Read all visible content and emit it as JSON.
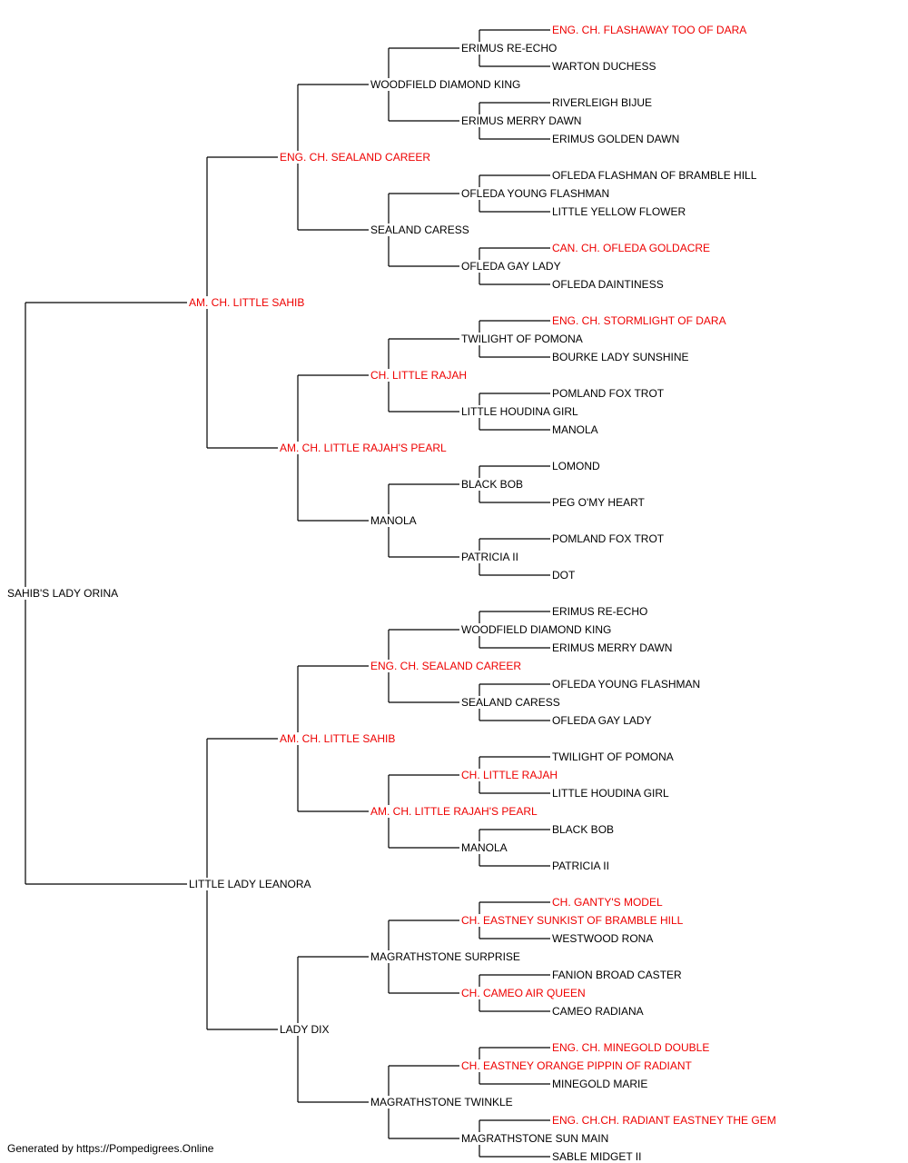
{
  "pedigree": {
    "name": "SAHIB'S LADY ORINA",
    "champion": false,
    "sire": {
      "name": "AM. CH. LITTLE SAHIB",
      "champion": true,
      "sire": {
        "name": "ENG. CH. SEALAND CAREER",
        "champion": true,
        "sire": {
          "name": "WOODFIELD DIAMOND KING",
          "champion": false,
          "sire": {
            "name": "ERIMUS RE-ECHO",
            "champion": false,
            "sire": {
              "name": "ENG. CH. FLASHAWAY TOO OF DARA",
              "champion": true
            },
            "dam": {
              "name": "WARTON DUCHESS",
              "champion": false
            }
          },
          "dam": {
            "name": "ERIMUS MERRY DAWN",
            "champion": false,
            "sire": {
              "name": "RIVERLEIGH BIJUE",
              "champion": false
            },
            "dam": {
              "name": "ERIMUS GOLDEN DAWN",
              "champion": false
            }
          }
        },
        "dam": {
          "name": "SEALAND CARESS",
          "champion": false,
          "sire": {
            "name": "OFLEDA YOUNG FLASHMAN",
            "champion": false,
            "sire": {
              "name": "OFLEDA FLASHMAN OF BRAMBLE HILL",
              "champion": false
            },
            "dam": {
              "name": "LITTLE YELLOW FLOWER",
              "champion": false
            }
          },
          "dam": {
            "name": "OFLEDA GAY LADY",
            "champion": false,
            "sire": {
              "name": "CAN. CH. OFLEDA GOLDACRE",
              "champion": true
            },
            "dam": {
              "name": "OFLEDA DAINTINESS",
              "champion": false
            }
          }
        }
      },
      "dam": {
        "name": "AM. CH. LITTLE RAJAH'S PEARL",
        "champion": true,
        "sire": {
          "name": "CH. LITTLE RAJAH",
          "champion": true,
          "sire": {
            "name": "TWILIGHT OF POMONA",
            "champion": false,
            "sire": {
              "name": "ENG. CH. STORMLIGHT OF DARA",
              "champion": true
            },
            "dam": {
              "name": "BOURKE LADY SUNSHINE",
              "champion": false
            }
          },
          "dam": {
            "name": "LITTLE HOUDINA GIRL",
            "champion": false,
            "sire": {
              "name": "POMLAND FOX TROT",
              "champion": false
            },
            "dam": {
              "name": "MANOLA",
              "champion": false
            }
          }
        },
        "dam": {
          "name": "MANOLA",
          "champion": false,
          "sire": {
            "name": "BLACK BOB",
            "champion": false,
            "sire": {
              "name": "LOMOND",
              "champion": false
            },
            "dam": {
              "name": "PEG O'MY HEART",
              "champion": false
            }
          },
          "dam": {
            "name": "PATRICIA II",
            "champion": false,
            "sire": {
              "name": "POMLAND FOX TROT",
              "champion": false
            },
            "dam": {
              "name": "DOT",
              "champion": false
            }
          }
        }
      }
    },
    "dam": {
      "name": "LITTLE LADY LEANORA",
      "champion": false,
      "sire": {
        "name": "AM. CH. LITTLE SAHIB",
        "champion": true,
        "sire": {
          "name": "ENG. CH. SEALAND CAREER",
          "champion": true,
          "sire": {
            "name": "WOODFIELD DIAMOND KING",
            "champion": false,
            "sire": {
              "name": "ERIMUS RE-ECHO",
              "champion": false
            },
            "dam": {
              "name": "ERIMUS MERRY DAWN",
              "champion": false
            }
          },
          "dam": {
            "name": "SEALAND CARESS",
            "champion": false,
            "sire": {
              "name": "OFLEDA YOUNG FLASHMAN",
              "champion": false
            },
            "dam": {
              "name": "OFLEDA GAY LADY",
              "champion": false
            }
          }
        },
        "dam": {
          "name": "AM. CH. LITTLE RAJAH'S PEARL",
          "champion": true,
          "sire": {
            "name": "CH. LITTLE RAJAH",
            "champion": true,
            "sire": {
              "name": "TWILIGHT OF POMONA",
              "champion": false
            },
            "dam": {
              "name": "LITTLE HOUDINA GIRL",
              "champion": false
            }
          },
          "dam": {
            "name": "MANOLA",
            "champion": false,
            "sire": {
              "name": "BLACK BOB",
              "champion": false
            },
            "dam": {
              "name": "PATRICIA II",
              "champion": false
            }
          }
        }
      },
      "dam": {
        "name": "LADY DIX",
        "champion": false,
        "sire": {
          "name": "MAGRATHSTONE SURPRISE",
          "champion": false,
          "sire": {
            "name": "CH. EASTNEY SUNKIST OF BRAMBLE HILL",
            "champion": true,
            "sire": {
              "name": "CH. GANTY'S MODEL",
              "champion": true
            },
            "dam": {
              "name": "WESTWOOD RONA",
              "champion": false
            }
          },
          "dam": {
            "name": "CH. CAMEO AIR QUEEN",
            "champion": true,
            "sire": {
              "name": "FANION BROAD CASTER",
              "champion": false
            },
            "dam": {
              "name": "CAMEO RADIANA",
              "champion": false
            }
          }
        },
        "dam": {
          "name": "MAGRATHSTONE TWINKLE",
          "champion": false,
          "sire": {
            "name": "CH. EASTNEY ORANGE PIPPIN OF RADIANT",
            "champion": true,
            "sire": {
              "name": "ENG. CH. MINEGOLD DOUBLE",
              "champion": true
            },
            "dam": {
              "name": "MINEGOLD MARIE",
              "champion": false
            }
          },
          "dam": {
            "name": "MAGRATHSTONE SUN MAIN",
            "champion": false,
            "sire": {
              "name": "ENG. CH.CH. RADIANT EASTNEY THE GEM",
              "champion": true
            },
            "dam": {
              "name": "SABLE MIDGET II",
              "champion": false
            }
          }
        }
      }
    }
  },
  "colors": {
    "champion": "#ee0000",
    "normal": "#000000",
    "line": "#000000"
  },
  "footer": "Generated by https://Pompedigrees.Online"
}
